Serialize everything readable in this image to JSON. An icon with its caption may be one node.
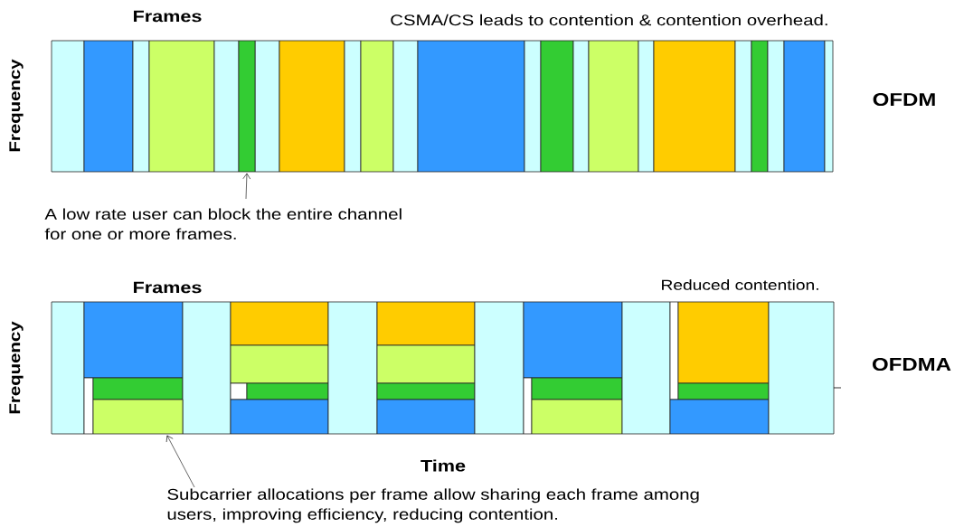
{
  "diagram": {
    "nodes": [
      {
        "text": [],
        "shape": "bar"
      },
      {
        "text": [
          "A low rate user can block the entire channel for one or more frames."
        ]
      },
      {
        "text": [],
        "shape": "bar"
      },
      {
        "text": [
          "Subcarrier allocations per frame allow sharing each frame among users, improving efficiency, reducing contention."
        ]
      }
    ],
    "edges": [
      {
        "from": 1,
        "to": 0,
        "arrow": "to"
      },
      {
        "from": 3,
        "to": 2,
        "arrow": "to"
      }
    ],
    "labels": [
      "Frames",
      "CSMA/CS leads to contention & contention overhead.",
      "Frequency",
      "OFDM",
      "Frames",
      "Reduced contention.",
      "Frequency",
      "OFDMA",
      "Time"
    ]
  }
}
